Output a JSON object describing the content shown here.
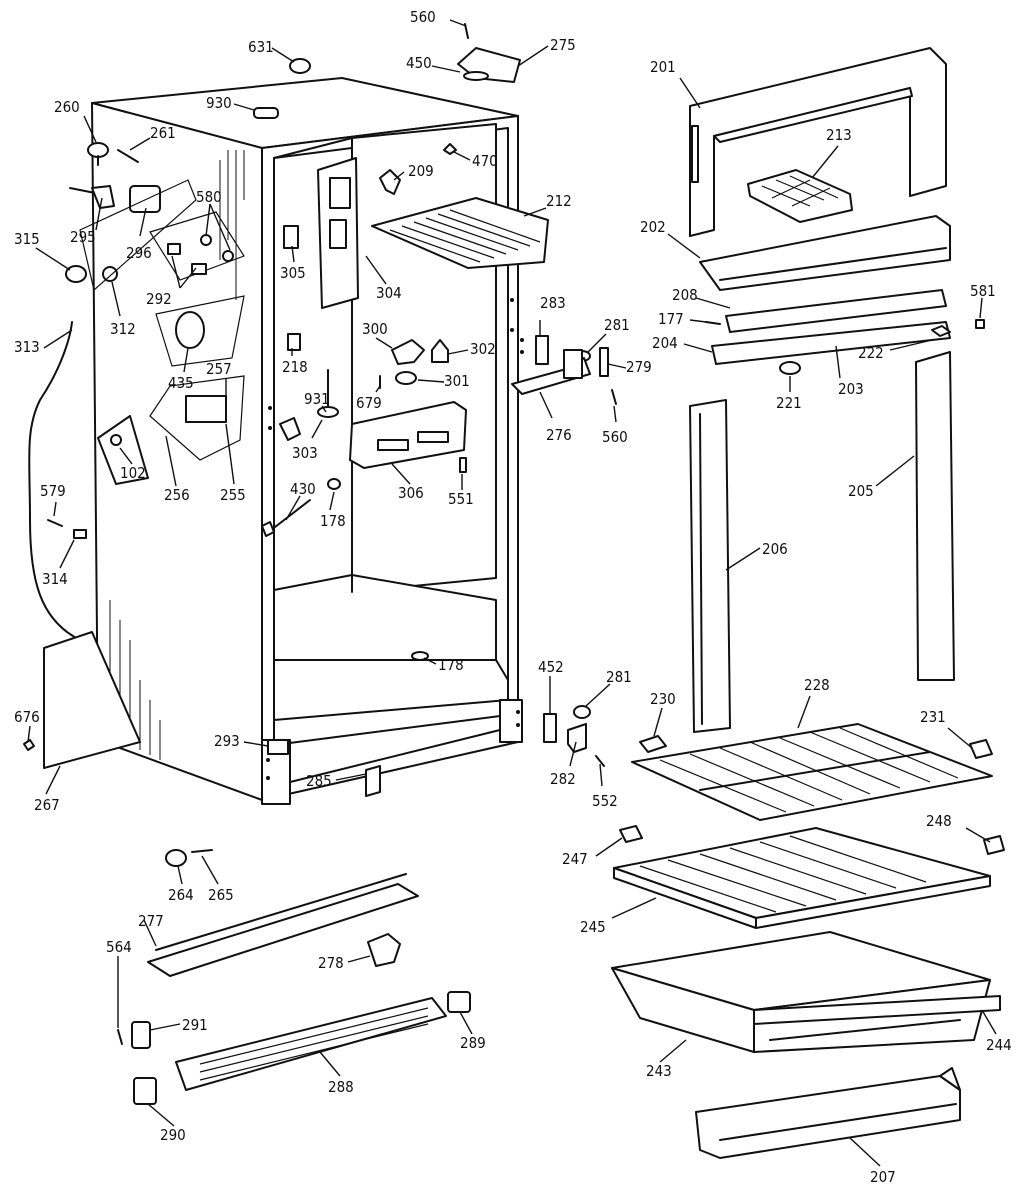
{
  "diagram": {
    "labels": [
      {
        "id": "lbl-560-top",
        "text": "560"
      },
      {
        "id": "lbl-631",
        "text": "631"
      },
      {
        "id": "lbl-450",
        "text": "450"
      },
      {
        "id": "lbl-275",
        "text": "275"
      },
      {
        "id": "lbl-201",
        "text": "201"
      },
      {
        "id": "lbl-930",
        "text": "930"
      },
      {
        "id": "lbl-260",
        "text": "260"
      },
      {
        "id": "lbl-261",
        "text": "261"
      },
      {
        "id": "lbl-470",
        "text": "470"
      },
      {
        "id": "lbl-209",
        "text": "209"
      },
      {
        "id": "lbl-213",
        "text": "213"
      },
      {
        "id": "lbl-580",
        "text": "580"
      },
      {
        "id": "lbl-295",
        "text": "295"
      },
      {
        "id": "lbl-212",
        "text": "212"
      },
      {
        "id": "lbl-315",
        "text": "315"
      },
      {
        "id": "lbl-296",
        "text": "296"
      },
      {
        "id": "lbl-202",
        "text": "202"
      },
      {
        "id": "lbl-292",
        "text": "292"
      },
      {
        "id": "lbl-305",
        "text": "305"
      },
      {
        "id": "lbl-304",
        "text": "304"
      },
      {
        "id": "lbl-312",
        "text": "312"
      },
      {
        "id": "lbl-208",
        "text": "208"
      },
      {
        "id": "lbl-581",
        "text": "581"
      },
      {
        "id": "lbl-283",
        "text": "283"
      },
      {
        "id": "lbl-313",
        "text": "313"
      },
      {
        "id": "lbl-177",
        "text": "177"
      },
      {
        "id": "lbl-300",
        "text": "300"
      },
      {
        "id": "lbl-281-top",
        "text": "281"
      },
      {
        "id": "lbl-302",
        "text": "302"
      },
      {
        "id": "lbl-204",
        "text": "204"
      },
      {
        "id": "lbl-222",
        "text": "222"
      },
      {
        "id": "lbl-218",
        "text": "218"
      },
      {
        "id": "lbl-435",
        "text": "435"
      },
      {
        "id": "lbl-279",
        "text": "279"
      },
      {
        "id": "lbl-257",
        "text": "257"
      },
      {
        "id": "lbl-301",
        "text": "301"
      },
      {
        "id": "lbl-203",
        "text": "203"
      },
      {
        "id": "lbl-679",
        "text": "679"
      },
      {
        "id": "lbl-931",
        "text": "931"
      },
      {
        "id": "lbl-221",
        "text": "221"
      },
      {
        "id": "lbl-276",
        "text": "276"
      },
      {
        "id": "lbl-560-mid",
        "text": "560"
      },
      {
        "id": "lbl-303",
        "text": "303"
      },
      {
        "id": "lbl-102",
        "text": "102"
      },
      {
        "id": "lbl-306",
        "text": "306"
      },
      {
        "id": "lbl-256",
        "text": "256"
      },
      {
        "id": "lbl-255",
        "text": "255"
      },
      {
        "id": "lbl-205",
        "text": "205"
      },
      {
        "id": "lbl-579",
        "text": "579"
      },
      {
        "id": "lbl-430",
        "text": "430"
      },
      {
        "id": "lbl-551",
        "text": "551"
      },
      {
        "id": "lbl-178-top",
        "text": "178"
      },
      {
        "id": "lbl-206",
        "text": "206"
      },
      {
        "id": "lbl-314",
        "text": "314"
      },
      {
        "id": "lbl-178-bot",
        "text": "178"
      },
      {
        "id": "lbl-452",
        "text": "452"
      },
      {
        "id": "lbl-281-bot",
        "text": "281"
      },
      {
        "id": "lbl-228",
        "text": "228"
      },
      {
        "id": "lbl-230",
        "text": "230"
      },
      {
        "id": "lbl-676",
        "text": "676"
      },
      {
        "id": "lbl-293",
        "text": "293"
      },
      {
        "id": "lbl-231",
        "text": "231"
      },
      {
        "id": "lbl-282",
        "text": "282"
      },
      {
        "id": "lbl-285",
        "text": "285"
      },
      {
        "id": "lbl-552",
        "text": "552"
      },
      {
        "id": "lbl-267",
        "text": "267"
      },
      {
        "id": "lbl-248",
        "text": "248"
      },
      {
        "id": "lbl-247",
        "text": "247"
      },
      {
        "id": "lbl-264",
        "text": "264"
      },
      {
        "id": "lbl-265",
        "text": "265"
      },
      {
        "id": "lbl-277",
        "text": "277"
      },
      {
        "id": "lbl-245",
        "text": "245"
      },
      {
        "id": "lbl-564",
        "text": "564"
      },
      {
        "id": "lbl-278",
        "text": "278"
      },
      {
        "id": "lbl-291",
        "text": "291"
      },
      {
        "id": "lbl-289",
        "text": "289"
      },
      {
        "id": "lbl-244",
        "text": "244"
      },
      {
        "id": "lbl-243",
        "text": "243"
      },
      {
        "id": "lbl-288",
        "text": "288"
      },
      {
        "id": "lbl-290",
        "text": "290"
      },
      {
        "id": "lbl-207",
        "text": "207"
      }
    ]
  }
}
